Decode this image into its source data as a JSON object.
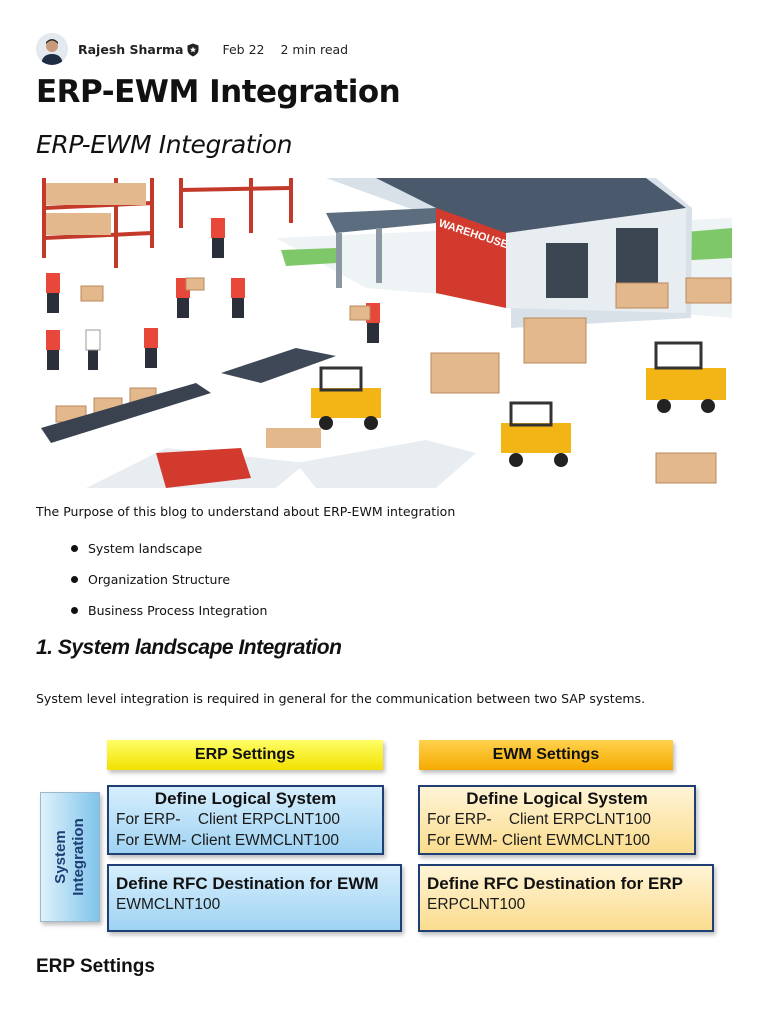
{
  "meta": {
    "author": "Rajesh Sharma",
    "date": "Feb 22",
    "read_time": "2 min read"
  },
  "title": "ERP-EWM Integration",
  "subtitle": "ERP-EWM Integration",
  "hero_image": {
    "sign_text": "WAREHOUSE"
  },
  "intro": "The Purpose of this blog to understand about ERP-EWM integration",
  "points": [
    "System landscape",
    "Organization Structure",
    "Business Process Integration"
  ],
  "section1": {
    "heading": "1. System landscape Integration",
    "description": "System level integration is required in general for the communication between two SAP systems."
  },
  "diagram": {
    "side_label": "System\nIntegration",
    "erp_header": "ERP Settings",
    "ewm_header": "EWM Settings",
    "erp_logical": {
      "title": "Define Logical System",
      "line1": "For ERP-    Client ERPCLNT100",
      "line2": "For EWM- Client EWMCLNT100"
    },
    "ewm_logical": {
      "title": "Define Logical System",
      "line1": "For ERP-    Client ERPCLNT100",
      "line2": "For EWM- Client EWMCLNT100"
    },
    "erp_rfc": {
      "title": "Define RFC Destination for EWM",
      "line1": "EWMCLNT100"
    },
    "ewm_rfc": {
      "title": "Define RFC Destination for ERP",
      "line1": "ERPCLNT100"
    },
    "colors": {
      "erp_header": "#fff200",
      "ewm_header": "#ffc000",
      "erp_box": "#a9d8f5",
      "ewm_box": "#fde6a8",
      "border": "#1f3f74"
    }
  },
  "section2_heading": "ERP Settings"
}
